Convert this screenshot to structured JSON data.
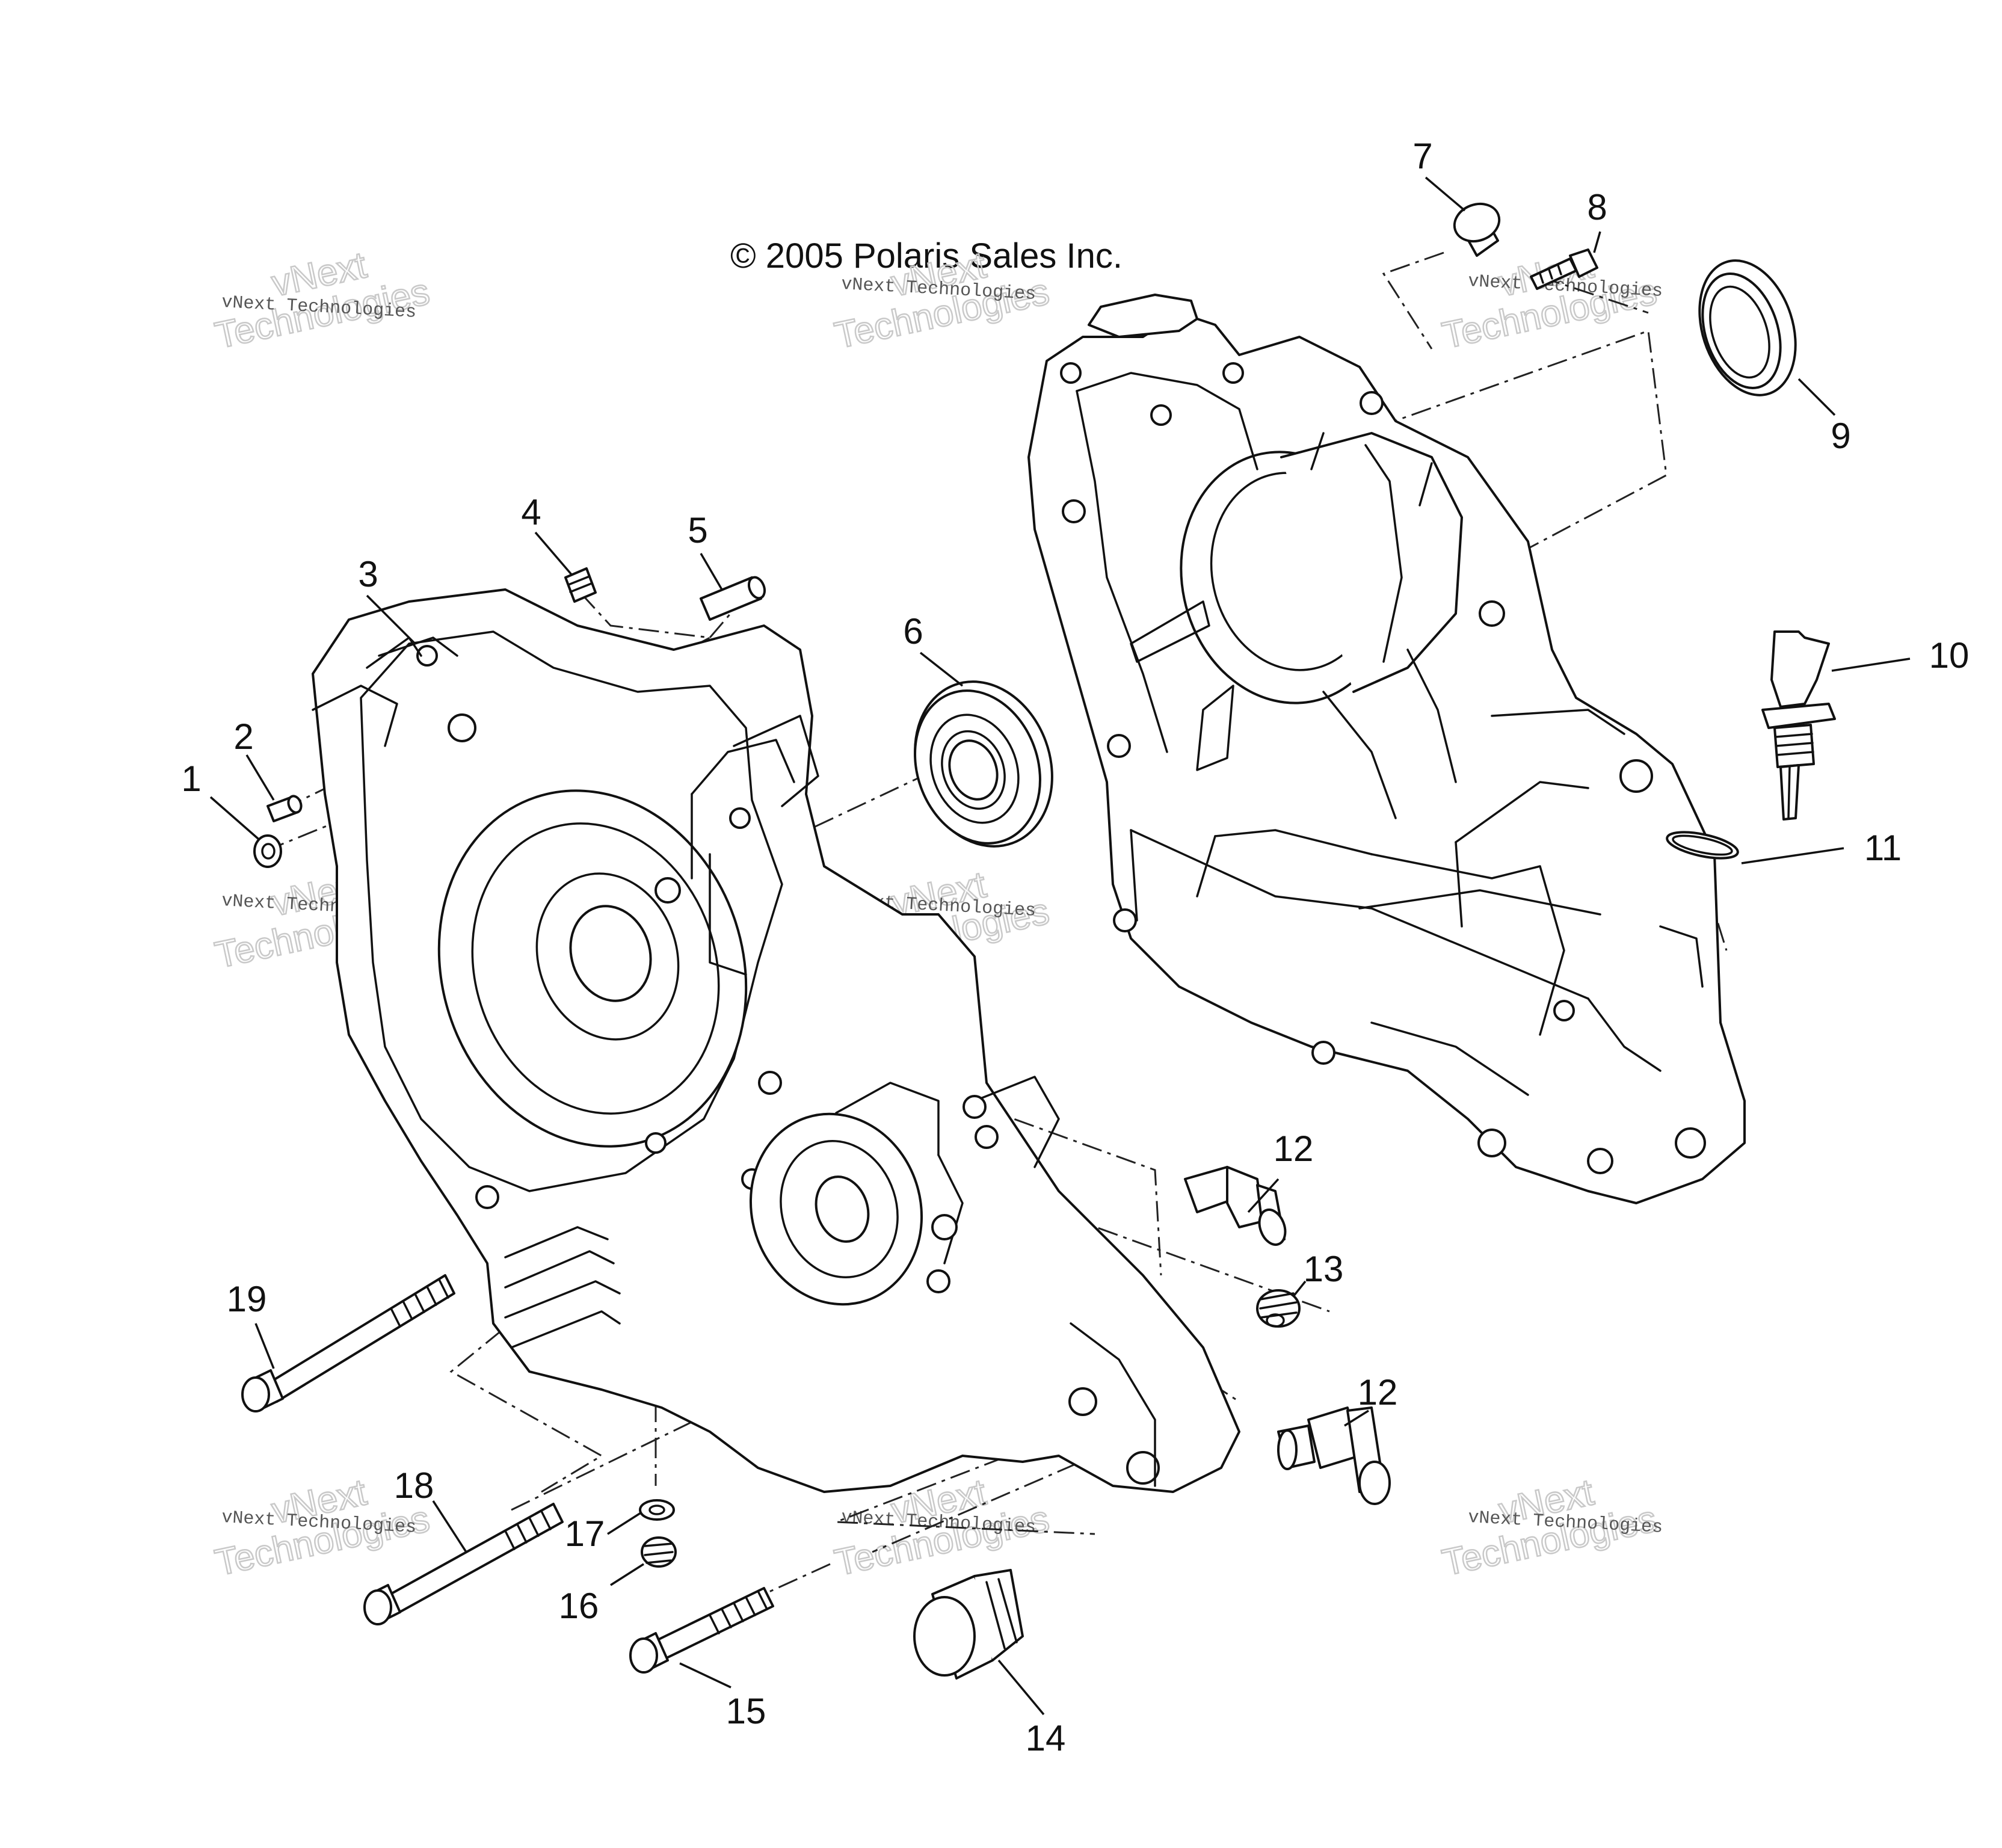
{
  "copyright": "© 2005 Polaris Sales Inc.",
  "watermark": {
    "small_text": "vNext Technologies",
    "big_line1": "vNext",
    "big_line2": "Technologies"
  },
  "callouts": [
    {
      "label": "1"
    },
    {
      "label": "2"
    },
    {
      "label": "3"
    },
    {
      "label": "4"
    },
    {
      "label": "5"
    },
    {
      "label": "6"
    },
    {
      "label": "7"
    },
    {
      "label": "8"
    },
    {
      "label": "9"
    },
    {
      "label": "10"
    },
    {
      "label": "11"
    },
    {
      "label": "12"
    },
    {
      "label": "12"
    },
    {
      "label": "13"
    },
    {
      "label": "14"
    },
    {
      "label": "15"
    },
    {
      "label": "16"
    },
    {
      "label": "17"
    },
    {
      "label": "18"
    },
    {
      "label": "19"
    }
  ],
  "colors": {
    "line": "#111111",
    "background": "#ffffff",
    "watermark": "#c9c9c9"
  }
}
